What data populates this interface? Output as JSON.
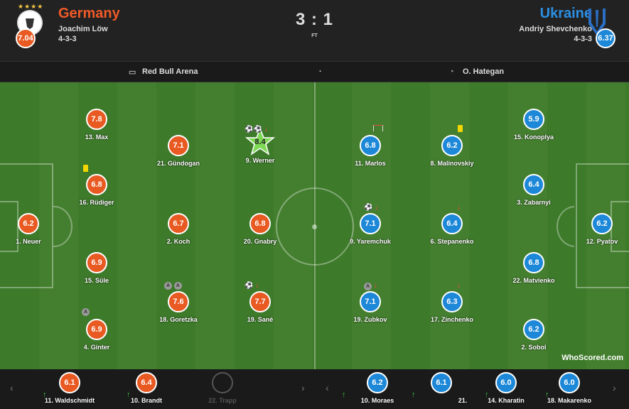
{
  "header": {
    "home": {
      "name": "Germany",
      "manager": "Joachim Löw",
      "formation": "4-3-3",
      "rating": "7.04",
      "stars": "★★★★",
      "color": "#f05a28"
    },
    "away": {
      "name": "Ukraine",
      "manager": "Andriy Shevchenko",
      "formation": "4-3-3",
      "rating": "6.37",
      "color": "#2b8fe3"
    },
    "score": "3 : 1",
    "status": "FT"
  },
  "info": {
    "venue": "Red Bull Arena",
    "separator": "·",
    "referee": "O. Hategan"
  },
  "home_players": [
    {
      "name": "13. Max",
      "rating": "7.8"
    },
    {
      "name": "16. Rüdiger",
      "rating": "6.8"
    },
    {
      "name": "1. Neuer",
      "rating": "6.2"
    },
    {
      "name": "15. Süle",
      "rating": "6.9"
    },
    {
      "name": "4. Ginter",
      "rating": "6.9"
    },
    {
      "name": "21. Gündogan",
      "rating": "7.1"
    },
    {
      "name": "2. Koch",
      "rating": "6.7"
    },
    {
      "name": "18. Goretzka",
      "rating": "7.6"
    },
    {
      "name": "9. Werner",
      "rating": "8.4"
    },
    {
      "name": "20. Gnabry",
      "rating": "6.8"
    },
    {
      "name": "19. Sané",
      "rating": "7.7"
    }
  ],
  "away_players": [
    {
      "name": "11. Marlos",
      "rating": "6.8"
    },
    {
      "name": "9. Yaremchuk",
      "rating": "7.1"
    },
    {
      "name": "19. Zubkov",
      "rating": "7.1"
    },
    {
      "name": "8. Malinovskiy",
      "rating": "6.2"
    },
    {
      "name": "6. Stepanenko",
      "rating": "6.4"
    },
    {
      "name": "17. Zinchenko",
      "rating": "6.3"
    },
    {
      "name": "15. Konoplya",
      "rating": "5.9"
    },
    {
      "name": "3. Zabarnyi",
      "rating": "6.4"
    },
    {
      "name": "22. Matvienko",
      "rating": "6.8"
    },
    {
      "name": "2. Sobol",
      "rating": "6.2"
    },
    {
      "name": "12. Pyatov",
      "rating": "6.2"
    }
  ],
  "subs": [
    {
      "name": "11. Waldschmidt",
      "rating": "6.1"
    },
    {
      "name": "10. Brandt",
      "rating": "6.4"
    },
    {
      "name": "22. Trapp",
      "rating": ""
    },
    {
      "name": "10. Moraes",
      "rating": "6.2"
    },
    {
      "name": "21.",
      "rating": "6.1"
    },
    {
      "name": "14. Kharatin",
      "rating": "6.0"
    },
    {
      "name": "18. Makarenko",
      "rating": "6.0"
    }
  ],
  "brand": "WhoScored.com",
  "icons": {
    "arrow_left": "‹",
    "arrow_right": "›"
  }
}
